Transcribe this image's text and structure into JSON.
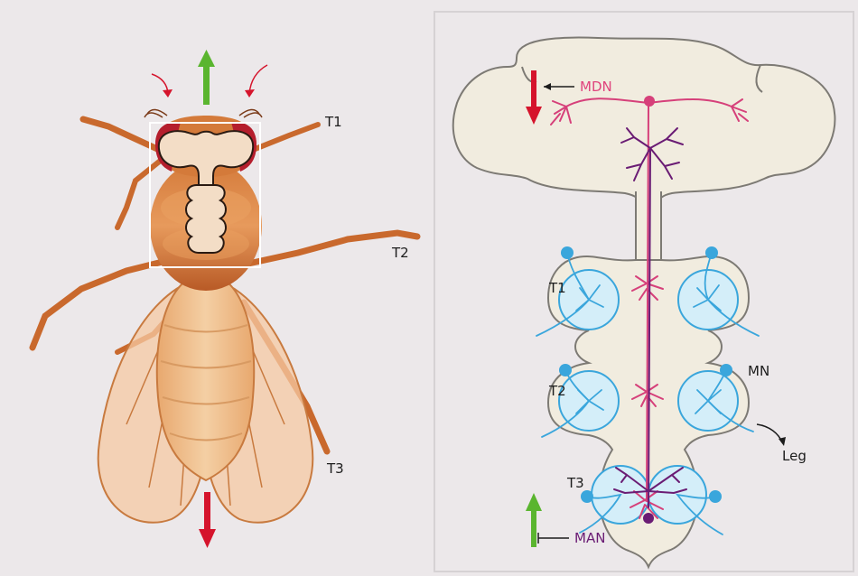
{
  "fly_panel": {
    "labels": {
      "t1": "T1",
      "t2": "T2",
      "t3": "T3"
    },
    "colors": {
      "body": "#c9692d",
      "body_light": "#e7a56a",
      "wing": "#f6c9a3",
      "wing_vein": "#c87a3f",
      "eye": "#b51e2d",
      "brain_fill": "#f3ddc6",
      "focus_box": "#ffffff",
      "arrow_forward": "#5ab52f",
      "arrow_backward": "#d5142c"
    }
  },
  "cns_panel": {
    "labels": {
      "mdn": "MDN",
      "man": "MAN",
      "t1": "T1",
      "t2": "T2",
      "t3": "T3",
      "mn": "MN",
      "leg": "Leg"
    },
    "colors": {
      "tissue": "#f1ecdf",
      "tissue_outline": "#7d7a74",
      "mdn_neuron": "#d6407a",
      "man_neuron": "#6a1c74",
      "motor_neuron": "#3aa6dc",
      "motor_neuron_fill": "#d4eef9",
      "arrow_backward": "#d5142c",
      "arrow_forward": "#5ab52f"
    }
  }
}
